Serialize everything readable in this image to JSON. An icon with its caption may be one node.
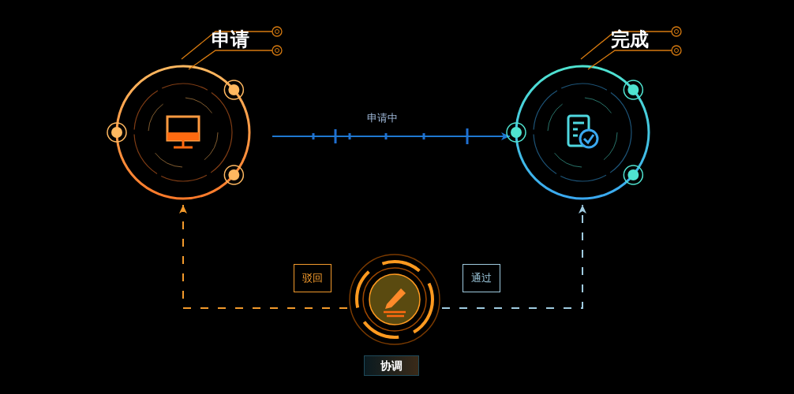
{
  "diagram": {
    "nodes": [
      {
        "text": [
          "申请"
        ]
      },
      {
        "text": [
          "完成"
        ]
      },
      {
        "text": [
          "协调"
        ]
      }
    ],
    "edges": [
      {
        "from": 0,
        "to": 1,
        "arrow": "to",
        "label": "申请中",
        "color": "#1f78d1"
      },
      {
        "from": 2,
        "to": 0,
        "arrow": "to",
        "label": "驳回",
        "style": "dashed",
        "color": "#f39a2c"
      },
      {
        "from": 2,
        "to": 1,
        "arrow": "to",
        "label": "通过",
        "style": "dashed",
        "color": "#9fcbe0"
      }
    ]
  }
}
